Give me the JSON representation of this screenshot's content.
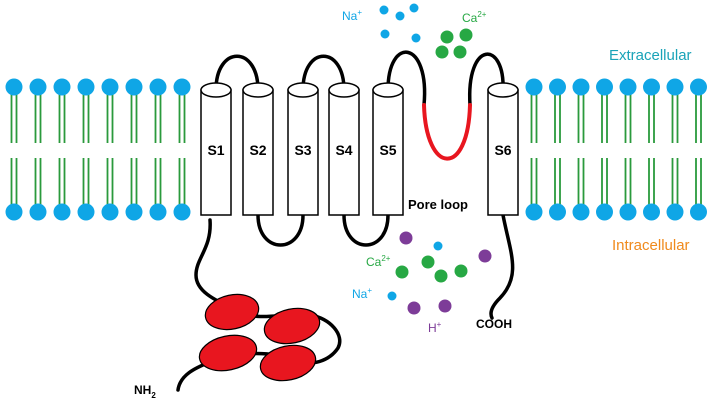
{
  "colors": {
    "lipid_head": "#0fa6e6",
    "lipid_tail": "#2a9a3c",
    "backbone": "#000000",
    "pore_loop": "#e8161f",
    "domain_ellipse": "#e8161f",
    "sodium": "#0fa6e6",
    "calcium": "#27a844",
    "proton": "#7d3c98",
    "extracellular_text": "#1aa3b8",
    "intracellular_text": "#f08a1c"
  },
  "labels": {
    "extracellular": "Extracellular",
    "intracellular": "Intracellular",
    "pore_loop": "Pore loop",
    "n_terminus": "NH",
    "n_terminus_sub": "2",
    "c_terminus": "COOH"
  },
  "segments": [
    "S1",
    "S2",
    "S3",
    "S4",
    "S5",
    "S6"
  ],
  "ions": {
    "sodium": {
      "base": "Na",
      "charge": "+"
    },
    "calcium": {
      "base": "Ca",
      "charge": "2+"
    },
    "proton": {
      "base": "H",
      "charge": "+"
    }
  }
}
